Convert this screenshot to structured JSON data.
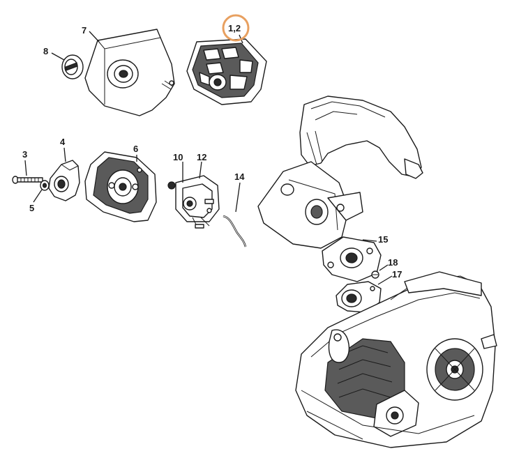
{
  "highlight": {
    "label": "1,2",
    "color": "#E8A060"
  },
  "labels": {
    "p7": "7",
    "p8": "8",
    "p3": "3",
    "p4": "4",
    "p5": "5",
    "p6": "6",
    "p10": "10",
    "p12": "12",
    "p14": "14",
    "p15": "15",
    "p18": "18",
    "p17": "17"
  }
}
